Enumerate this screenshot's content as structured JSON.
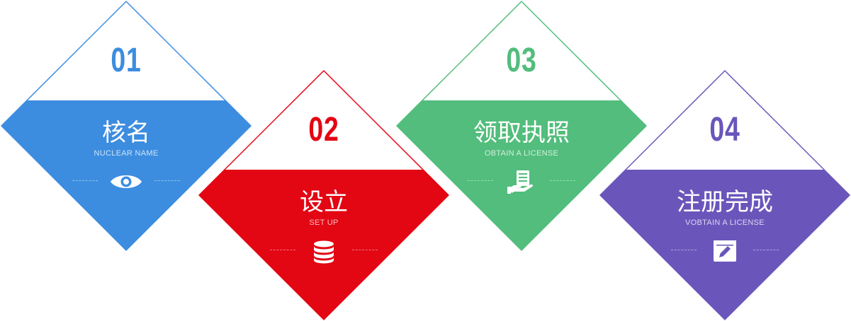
{
  "steps": [
    {
      "number": "01",
      "title": "核名",
      "subtitle": "NUCLEAR NAME",
      "color": "#3c8ddf",
      "icon": "eye-icon"
    },
    {
      "number": "02",
      "title": "设立",
      "subtitle": "SET UP",
      "color": "#e30613",
      "icon": "database-icon"
    },
    {
      "number": "03",
      "title": "领取执照",
      "subtitle": "OBTAIN A LICENSE",
      "color": "#52bd7c",
      "icon": "document-hand-icon"
    },
    {
      "number": "04",
      "title": "注册完成",
      "subtitle": "VOBTAIN A LICENSE",
      "color": "#6a56bb",
      "icon": "edit-icon"
    }
  ]
}
